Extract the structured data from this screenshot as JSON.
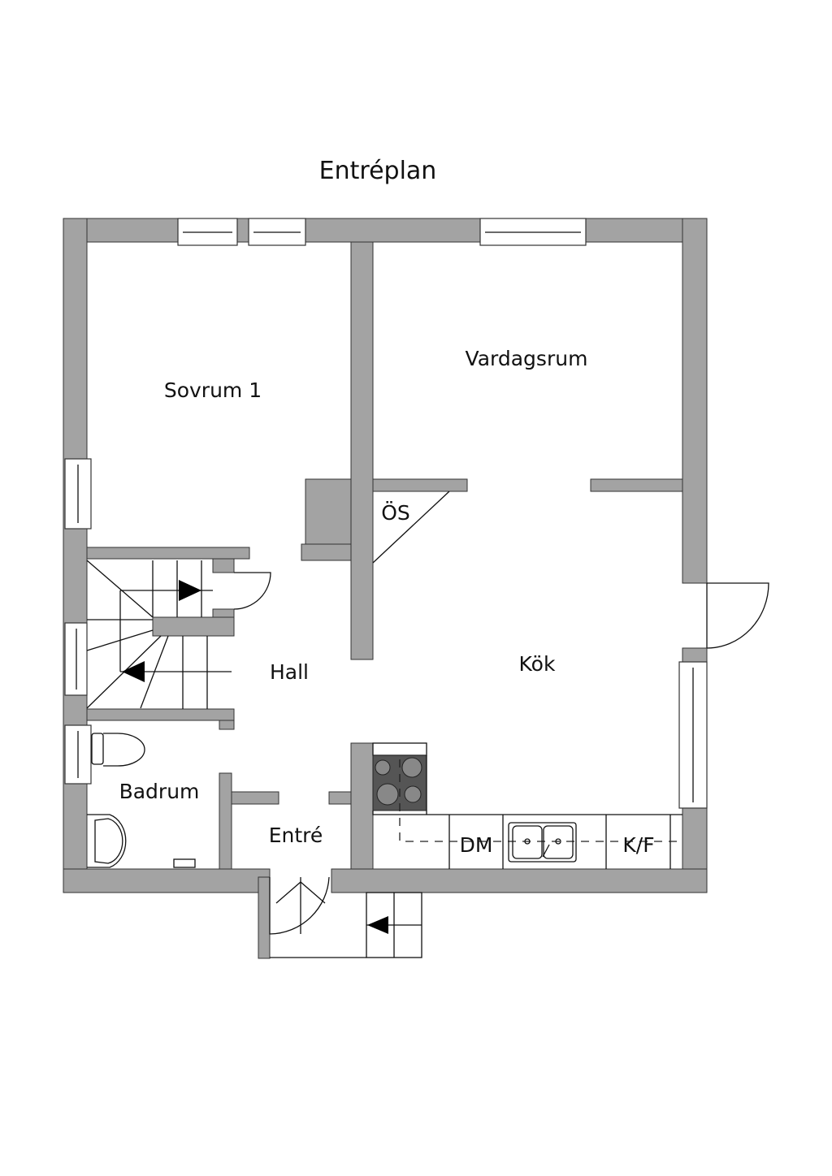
{
  "title": "Entréplan",
  "rooms": {
    "sovrum": "Sovrum 1",
    "vardagsrum": "Vardagsrum",
    "os": "ÖS",
    "hall": "Hall",
    "kok": "Kök",
    "badrum": "Badrum",
    "entre": "Entré"
  },
  "appliances": {
    "dishwasher": "DM",
    "fridge_freezer": "K/F"
  },
  "colors": {
    "wall": "#a3a3a3",
    "stove": "#555555"
  }
}
